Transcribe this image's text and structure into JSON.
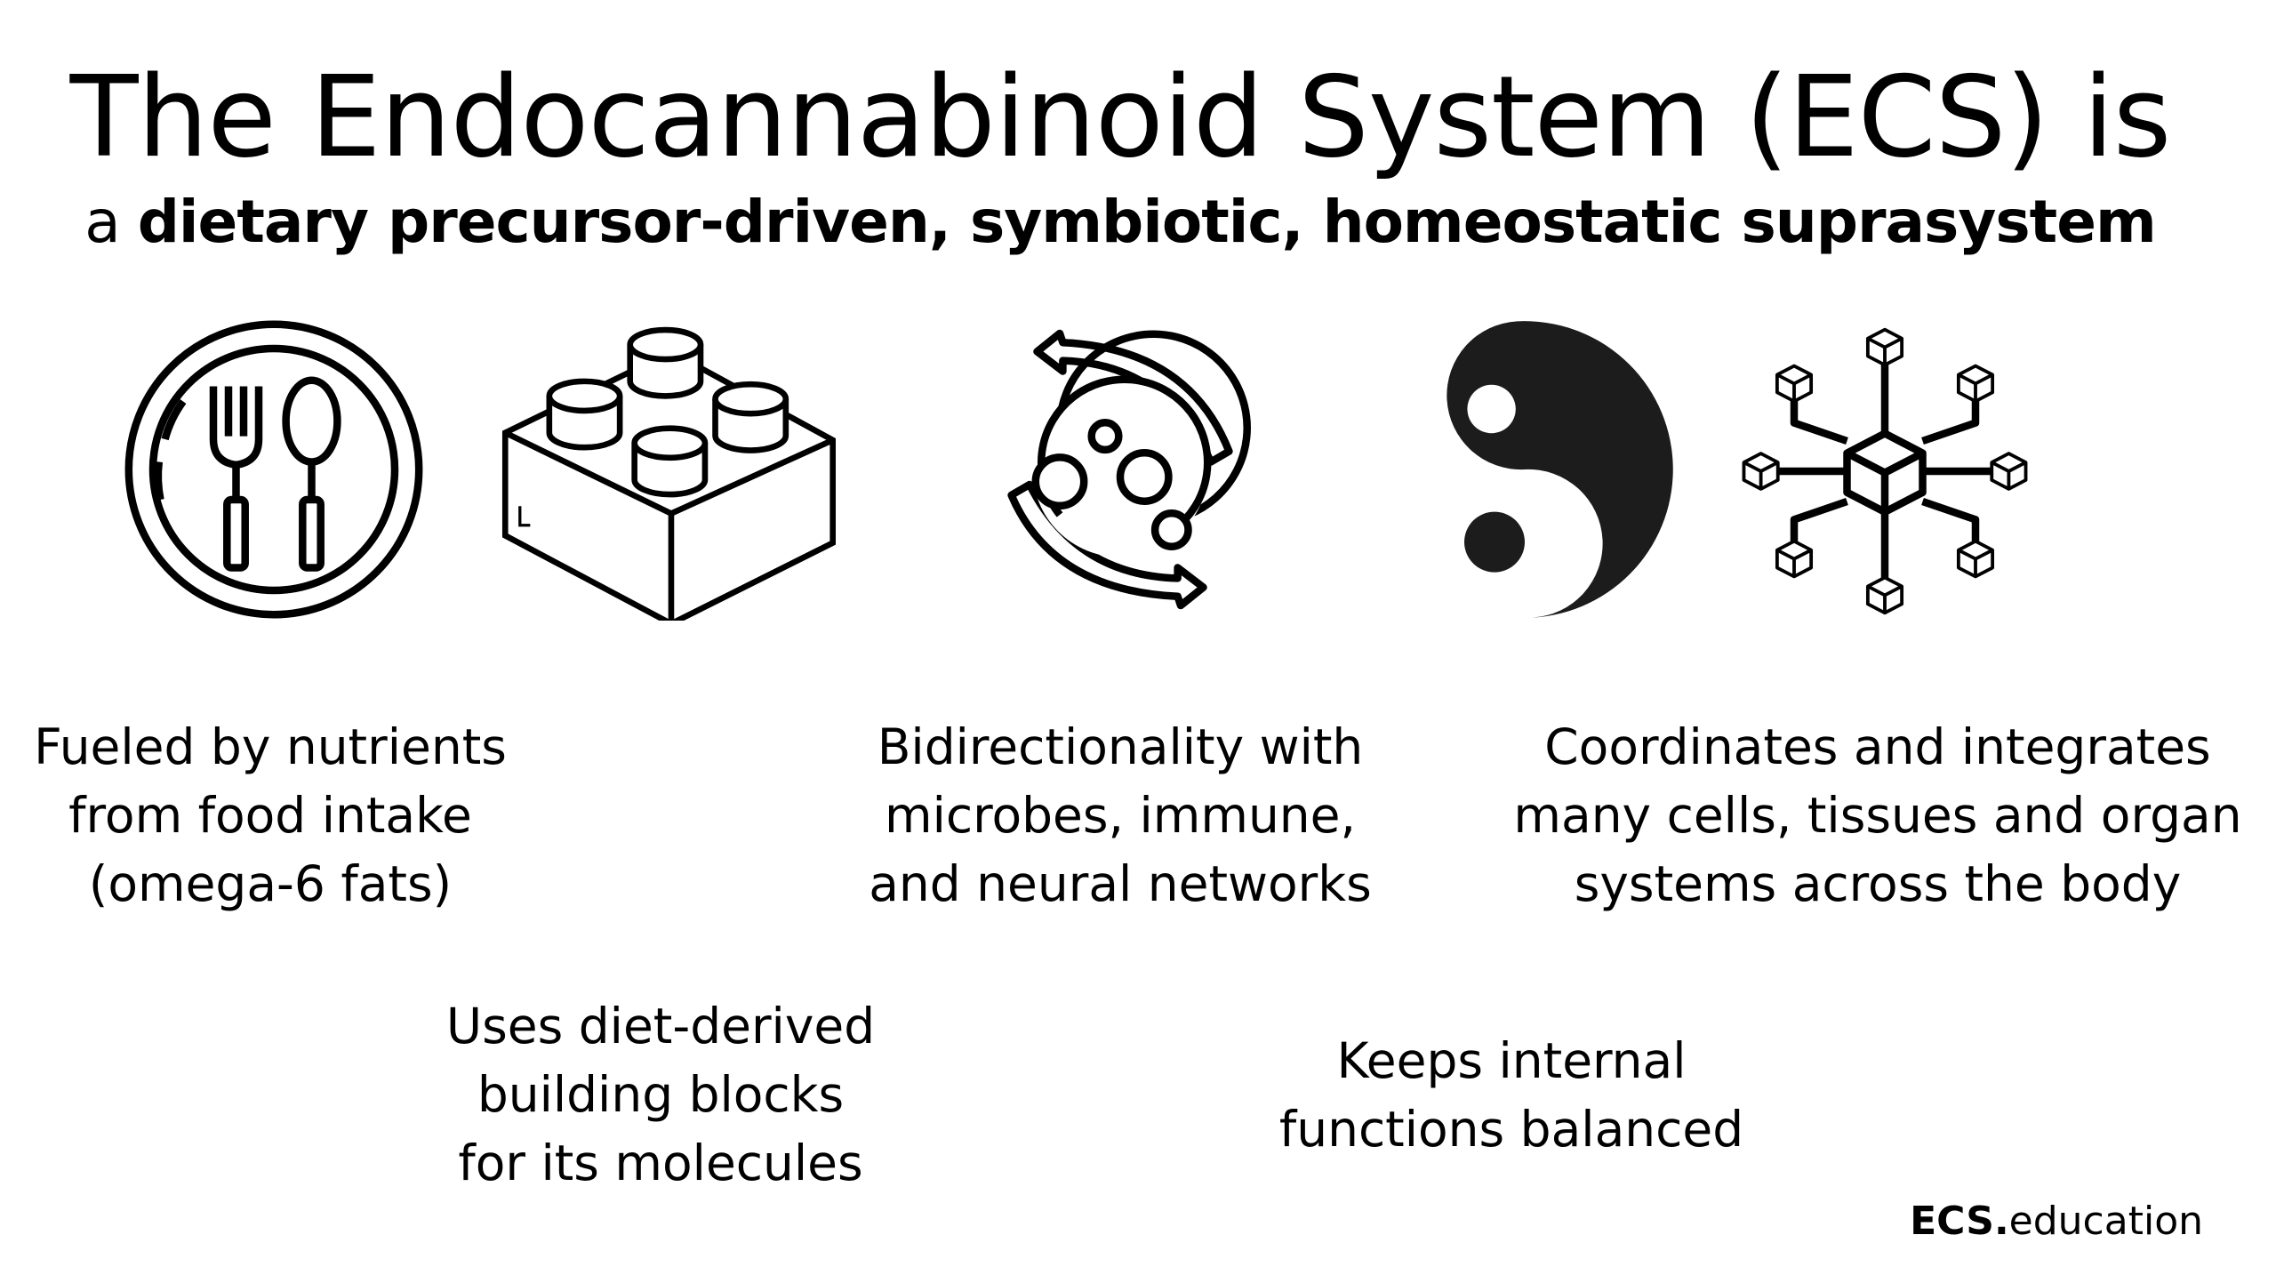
{
  "title": "The Endocannabinoid System (ECS) is",
  "subtitle": {
    "prefix": "a",
    "emphasis": "dietary precursor-driven, symbiotic, homeostatic suprasystem"
  },
  "icons": [
    "plate-fork-spoon-icon",
    "building-block-icon",
    "cycle-arrows-microbe-icon",
    "yin-yang-icon",
    "network-cubes-icon"
  ],
  "captions": [
    {
      "id": "fueled",
      "lines": [
        "Fueled by nutrients",
        "from food intake",
        "(omega-6 fats)"
      ]
    },
    {
      "id": "building",
      "lines": [
        "Uses diet-derived",
        "building blocks",
        "for its molecules"
      ]
    },
    {
      "id": "bidirectional",
      "lines": [
        "Bidirectionality with",
        "microbes, immune,",
        "and neural networks"
      ]
    },
    {
      "id": "balance",
      "lines": [
        "Keeps internal",
        "functions balanced"
      ]
    },
    {
      "id": "coordinates",
      "lines": [
        "Coordinates and integrates",
        "many cells, tissues and organ",
        "systems across the body"
      ]
    }
  ],
  "brand": {
    "bold": "ECS.",
    "rest": "education"
  }
}
